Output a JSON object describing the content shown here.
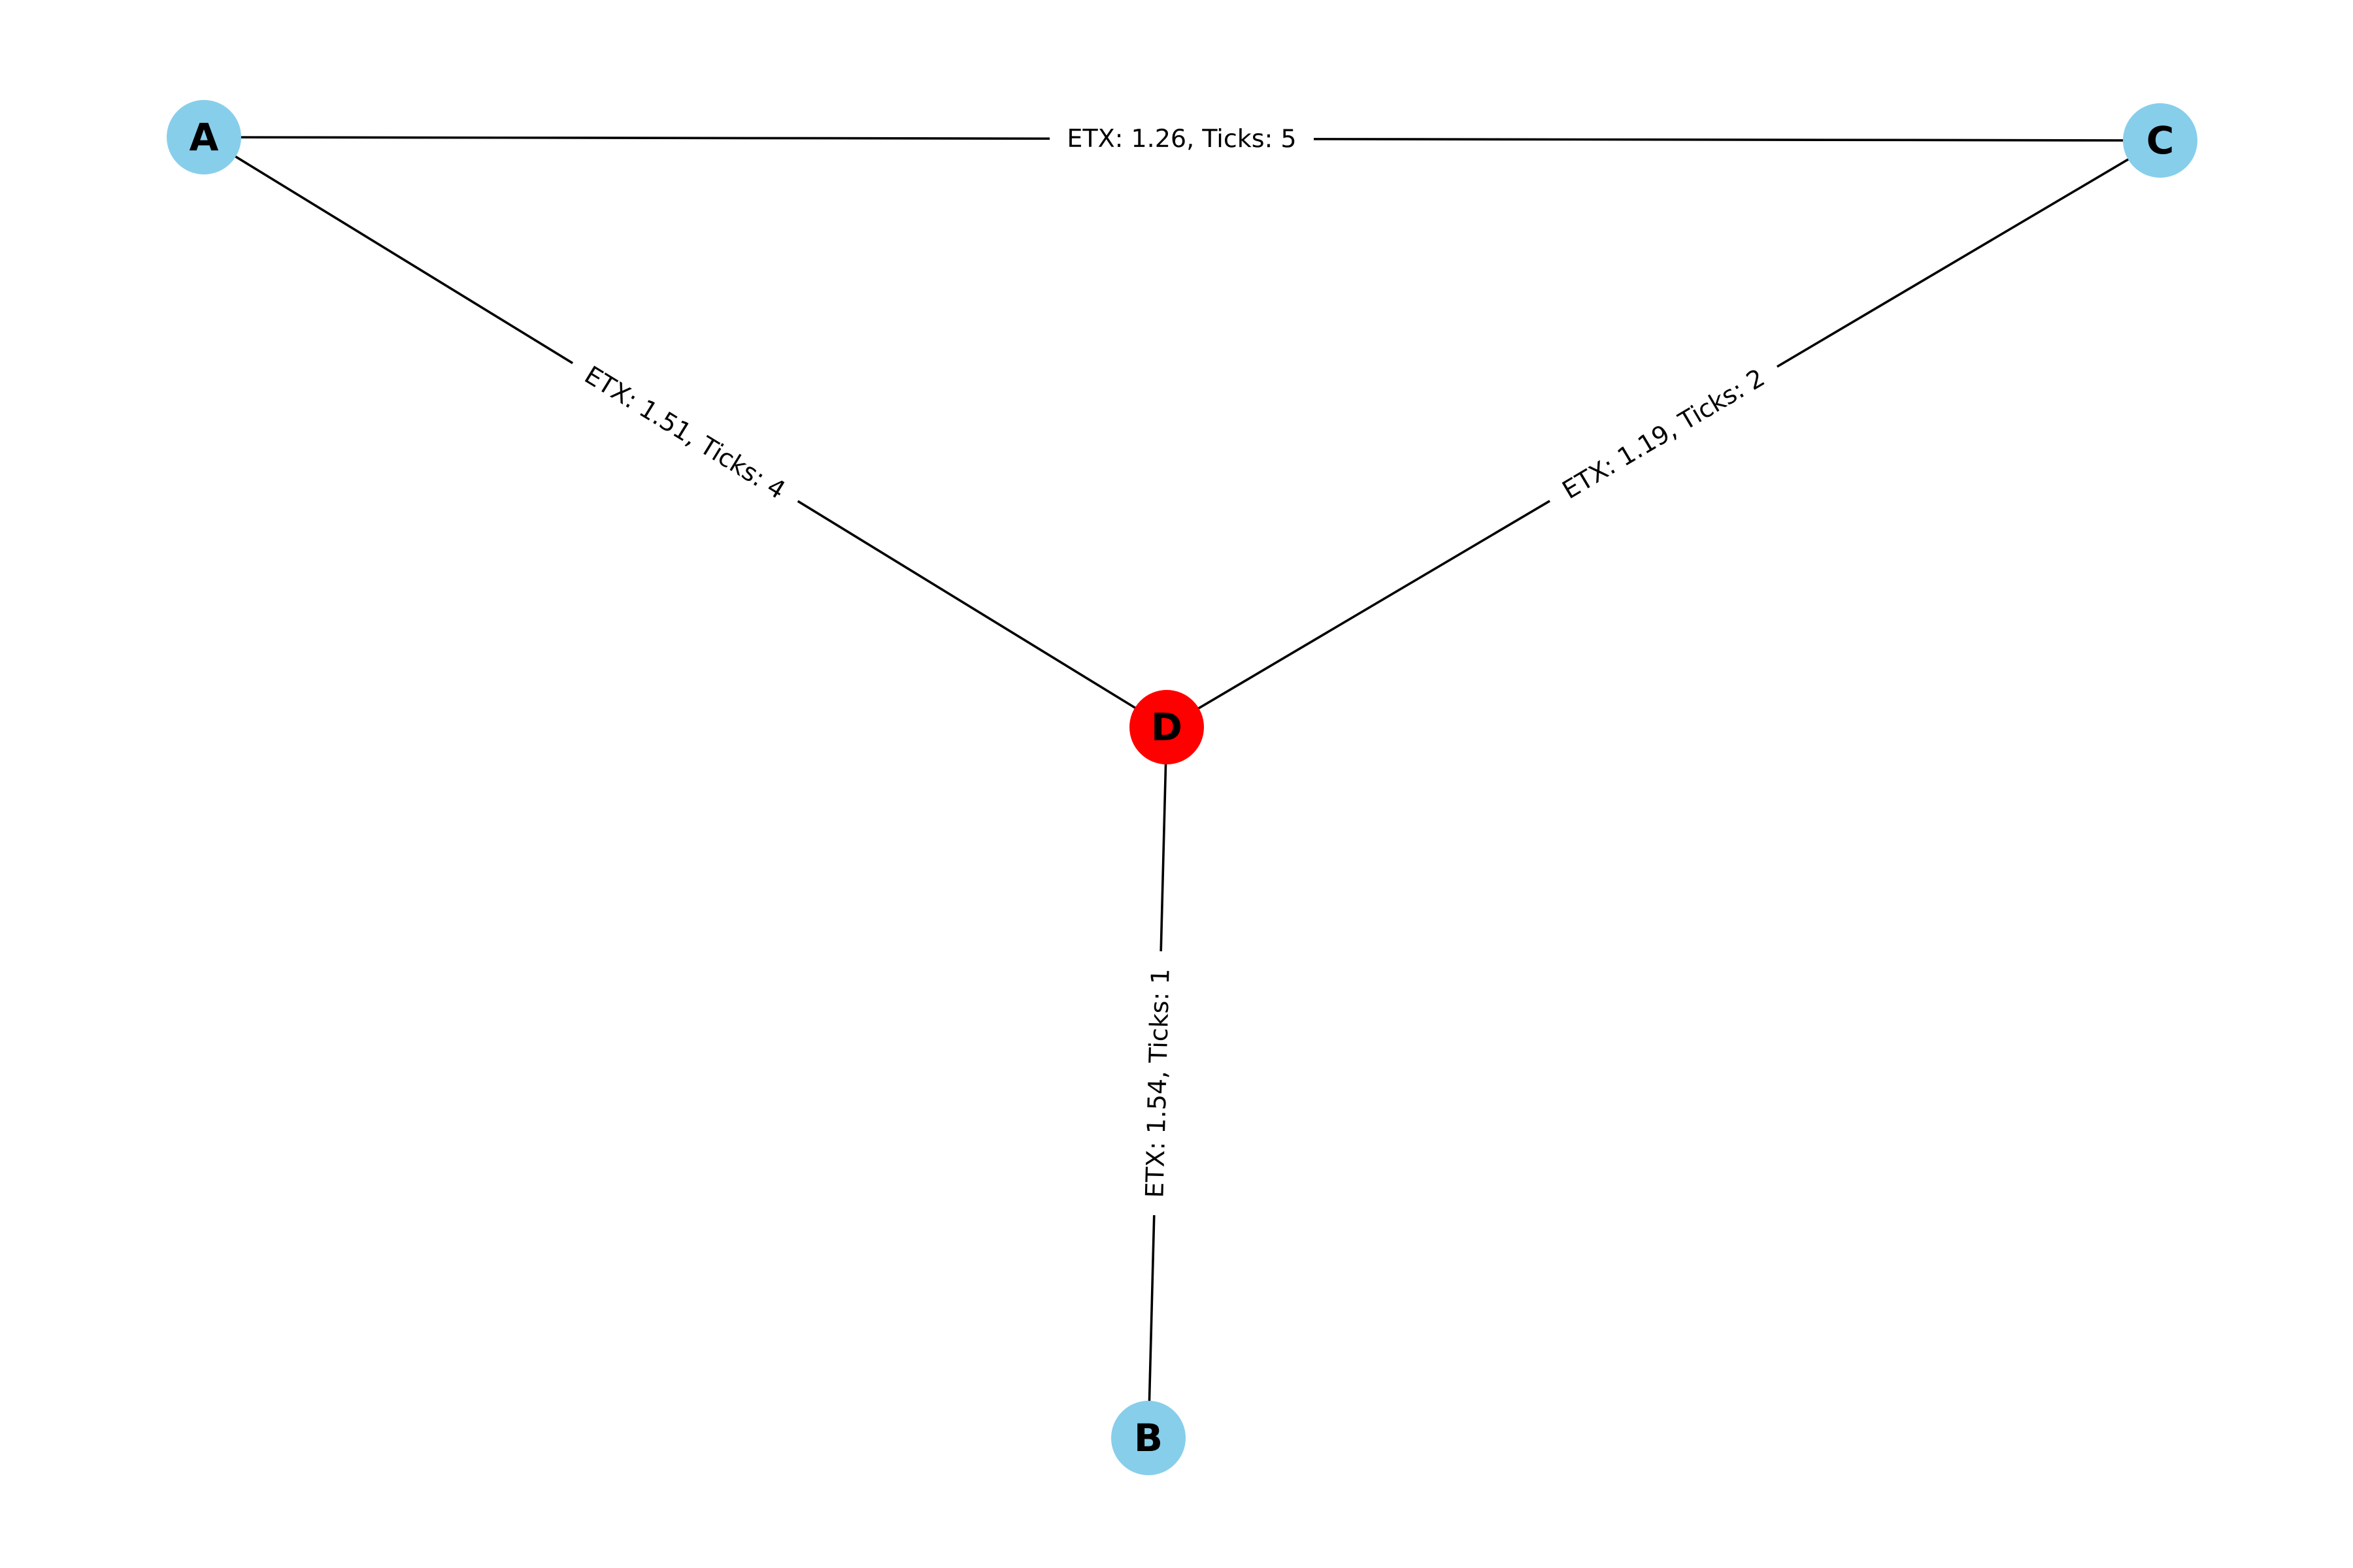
{
  "graph": {
    "nodes": [
      {
        "id": "A",
        "label": "A",
        "color": "#87CEEB"
      },
      {
        "id": "B",
        "label": "B",
        "color": "#87CEEB"
      },
      {
        "id": "C",
        "label": "C",
        "color": "#87CEEB"
      },
      {
        "id": "D",
        "label": "D",
        "color": "#FF0000"
      }
    ],
    "edges": [
      {
        "source": "A",
        "target": "C",
        "label": "ETX: 1.26, Ticks: 5"
      },
      {
        "source": "A",
        "target": "D",
        "label": "ETX: 1.51, Ticks: 4"
      },
      {
        "source": "C",
        "target": "D",
        "label": "ETX: 1.19, Ticks: 2"
      },
      {
        "source": "D",
        "target": "B",
        "label": "ETX: 1.54, Ticks: 1"
      }
    ]
  }
}
